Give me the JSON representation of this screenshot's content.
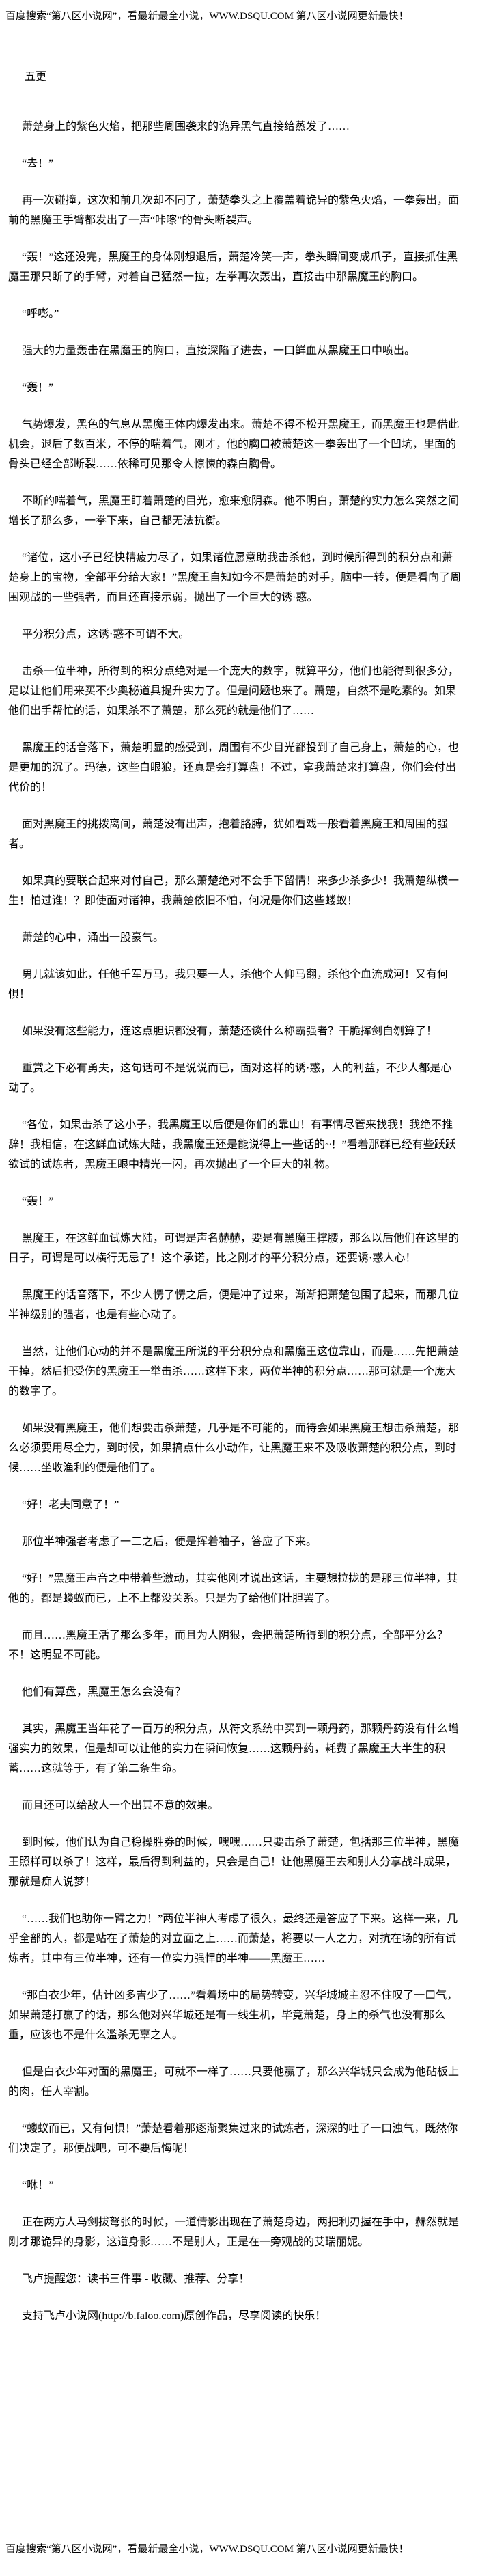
{
  "banner": {
    "top_text": "百度搜索“第八区小说网”，看最新最全小说，WWW.DSQU.COM   第八区小说网更新最快！",
    "bottom_text": "百度搜索“第八区小说网”，看最新最全小说，WWW.DSQU.COM   第八区小说网更新最快！"
  },
  "chapter": {
    "title": "五更",
    "paragraphs": [
      "萧楚身上的紫色火焰，把那些周围袭来的诡异黑气直接给蒸发了……",
      "“去！”",
      "再一次碰撞，这次和前几次却不同了，萧楚拳头之上覆盖着诡异的紫色火焰，一拳轰出，面前的黑魔王手臂都发出了一声“咔嚓”的骨头断裂声。",
      "“轰！”这还没完，黑魔王的身体刚想退后，萧楚冷笑一声，拳头瞬间变成爪子，直接抓住黑魔王那只断了的手臂，对着自己猛然一拉，左拳再次轰出，直接击中那黑魔王的胸口。",
      "“呼嘭。”",
      "强大的力量轰击在黑魔王的胸口，直接深陷了进去，一口鲜血从黑魔王口中喷出。",
      "“轰！”",
      "气势爆发，黑色的气息从黑魔王体内爆发出来。萧楚不得不松开黑魔王，而黑魔王也是借此机会，退后了数百米，不停的喘着气，刚才，他的胸口被萧楚这一拳轰出了一个凹坑，里面的骨头已经全部断裂……依稀可见那令人惊悚的森白胸骨。",
      "不断的喘着气，黑魔王盯着萧楚的目光，愈来愈阴森。他不明白，萧楚的实力怎么突然之间增长了那么多，一拳下来，自己都无法抗衡。",
      "“诸位，这小子已经快精疲力尽了，如果诸位愿意助我击杀他，到时候所得到的积分点和萧楚身上的宝物，全部平分给大家！”黑魔王自知如今不是萧楚的对手，脑中一转，便是看向了周围观战的一些强者，而且还直接示弱，抛出了一个巨大的诱·惑。",
      "平分积分点，这诱·惑不可谓不大。",
      "击杀一位半神，所得到的积分点绝对是一个庞大的数字，就算平分，他们也能得到很多分，足以让他们用来买不少奥秘道具提升实力了。但是问题也来了。萧楚，自然不是吃素的。如果他们出手帮忙的话，如果杀不了萧楚，那么死的就是他们了……",
      "黑魔王的话音落下，萧楚明显的感受到，周围有不少目光都投到了自己身上，萧楚的心，也是更加的沉了。玛德，这些白眼狼，还真是会打算盘！不过，拿我萧楚来打算盘，你们会付出代价的！",
      "面对黑魔王的挑拨离间，萧楚没有出声，抱着胳膊，犹如看戏一般看着黑魔王和周围的强者。",
      "如果真的要联合起来对付自己，那么萧楚绝对不会手下留情！来多少杀多少！我萧楚纵横一生！怕过谁！？即使面对诸神，我萧楚依旧不怕，何况是你们这些蝼蚁！",
      "萧楚的心中，涌出一股豪气。",
      "男儿就该如此，任他千军万马，我只要一人，杀他个人仰马翻，杀他个血流成河！又有何惧！",
      "如果没有这些能力，连这点胆识都没有，萧楚还谈什么称霸强者？干脆挥剑自刎算了！",
      "重赏之下必有勇夫，这句话可不是说说而已，面对这样的诱·惑，人的利益，不少人都是心动了。",
      "“各位，如果击杀了这小子，我黑魔王以后便是你们的靠山！有事情尽管来找我！我绝不推辞！我相信，在这鲜血试炼大陆，我黑魔王还是能说得上一些话的~！”看着那群已经有些跃跃欲试的试炼者，黑魔王眼中精光一闪，再次抛出了一个巨大的礼物。",
      "“轰！”",
      "黑魔王，在这鲜血试炼大陆，可谓是声名赫赫，要是有黑魔王撑腰，那么以后他们在这里的日子，可谓是可以横行无忌了！这个承诺，比之刚才的平分积分点，还要诱·惑人心！",
      "黑魔王的话音落下，不少人愣了愣之后，便是冲了过来，渐渐把萧楚包围了起来，而那几位半神级别的强者，也是有些心动了。",
      "当然，让他们心动的并不是黑魔王所说的平分积分点和黑魔王这位靠山，而是……先把萧楚干掉，然后把受伤的黑魔王一举击杀……这样下来，两位半神的积分点……那可就是一个庞大的数字了。",
      "如果没有黑魔王，他们想要击杀萧楚，几乎是不可能的，而待会如果黑魔王想击杀萧楚，那么必须要用尽全力，到时候，如果搞点什么小动作，让黑魔王来不及吸收萧楚的积分点，到时候……坐收渔利的便是他们了。",
      "“好！老夫同意了！”",
      "那位半神强者考虑了一二之后，便是挥着袖子，答应了下来。",
      "“好！”黑魔王声音之中带着些激动，其实他刚才说出这话，主要想拉拢的是那三位半神，其他的，都是蝼蚁而已，上不上都没关系。只是为了给他们壮胆罢了。",
      "而且……黑魔王活了那么多年，而且为人阴狠，会把萧楚所得到的积分点，全部平分么？不！这明显不可能。",
      "他们有算盘，黑魔王怎么会没有？",
      "其实，黑魔王当年花了一百万的积分点，从符文系统中买到一颗丹药，那颗丹药没有什么增强实力的效果，但是却可以让他的实力在瞬间恢复……这颗丹药，耗费了黑魔王大半生的积蓄……这就等于，有了第二条生命。",
      "而且还可以给敌人一个出其不意的效果。",
      "到时候，他们认为自己稳操胜券的时候，嘿嘿……只要击杀了萧楚，包括那三位半神，黑魔王照样可以杀了！这样，最后得到利益的，只会是自己！让他黑魔王去和别人分享战斗成果，那就是痴人说梦！",
      "“……我们也助你一臂之力！”两位半神人考虑了很久，最终还是答应了下来。这样一来，几乎全部的人，都是站在了萧楚的对立面之上……而萧楚，将要以一人之力，对抗在场的所有试炼者，其中有三位半神，还有一位实力强悍的半神——黑魔王……",
      "“那白衣少年，估计凶多吉少了……”看着场中的局势转变，兴华城城主忍不住叹了一口气，如果萧楚打赢了的话，那么他对兴华城还是有一线生机，毕竟萧楚，身上的杀气也没有那么重，应该也不是什么滥杀无辜之人。",
      "但是白衣少年对面的黑魔王，可就不一样了……只要他赢了，那么兴华城只会成为他砧板上的肉，任人宰割。",
      "“蝼蚁而已，又有何惧！”萧楚看着那逐渐聚集过来的试炼者，深深的吐了一口浊气，既然你们决定了，那便战吧，可不要后悔呢！",
      "“咻！”",
      "正在两方人马剑拔弩张的时候，一道倩影出现在了萧楚身边，两把利刃握在手中，赫然就是刚才那诡异的身影，这道身影……不是别人，正是在一旁观战的艾瑞丽妮。"
    ]
  },
  "site_notes": [
    "飞卢提醒您：读书三件事 - 收藏、推荐、分享！",
    "支持飞卢小说网(http://b.faloo.com)原创作品，尽享阅读的快乐！"
  ]
}
